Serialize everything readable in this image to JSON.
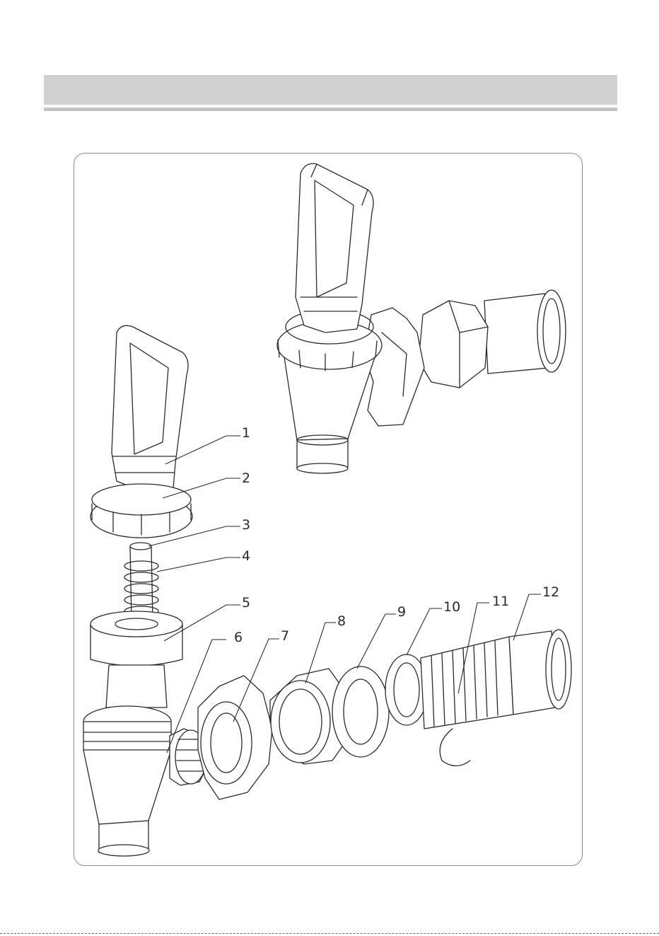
{
  "labels": [
    "1",
    "2",
    "3",
    "4",
    "5",
    "6",
    "7",
    "8",
    "9",
    "10",
    "11",
    "12"
  ]
}
